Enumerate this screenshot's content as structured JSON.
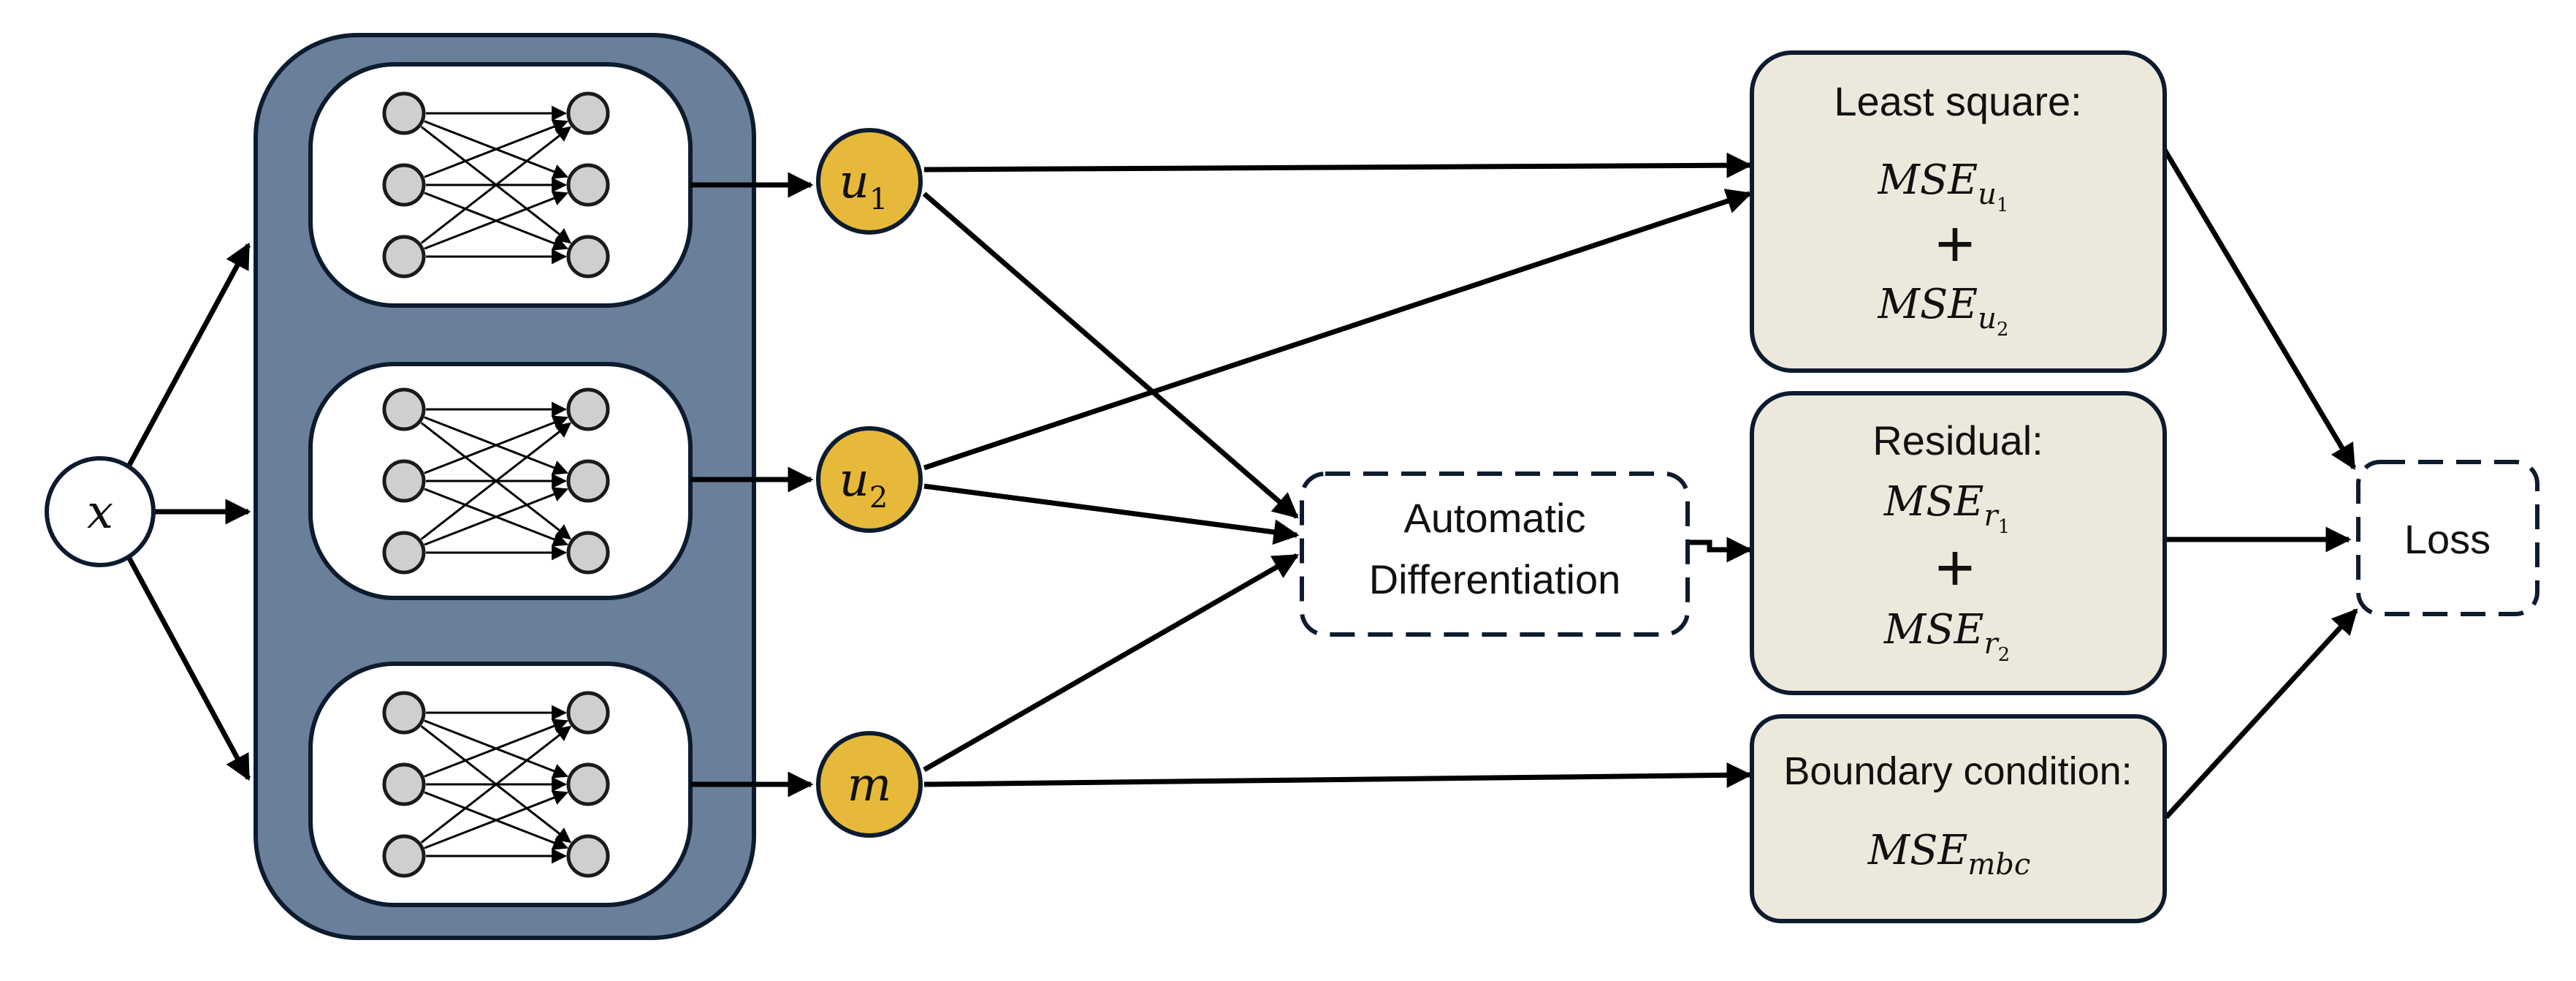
{
  "input": {
    "symbol": "x"
  },
  "outputs": [
    {
      "main": "u",
      "sub": "1"
    },
    {
      "main": "u",
      "sub": "2"
    },
    {
      "main": "m",
      "sub": ""
    }
  ],
  "autodiff": {
    "line1": "Automatic",
    "line2": "Differentiation"
  },
  "least_square": {
    "title": "Least square:",
    "term1": {
      "base": "MSE",
      "sub": "u",
      "subsub": "1"
    },
    "plus": "+",
    "term2": {
      "base": "MSE",
      "sub": "u",
      "subsub": "2"
    }
  },
  "residual": {
    "title": "Residual:",
    "term1": {
      "base": "MSE",
      "sub": "r",
      "subsub": "1"
    },
    "plus": "+",
    "term2": {
      "base": "MSE",
      "sub": "r",
      "subsub": "2"
    }
  },
  "boundary": {
    "title": "Boundary condition:",
    "term": {
      "base": "MSE",
      "sub": "mbc"
    }
  },
  "loss": {
    "label": "Loss"
  },
  "colors": {
    "network_container": "#6a7f9a",
    "output_node": "#e6b93a",
    "neuron": "#cfcfcf",
    "loss_box": "#ece9dc",
    "stroke": "#0d1b2e"
  }
}
